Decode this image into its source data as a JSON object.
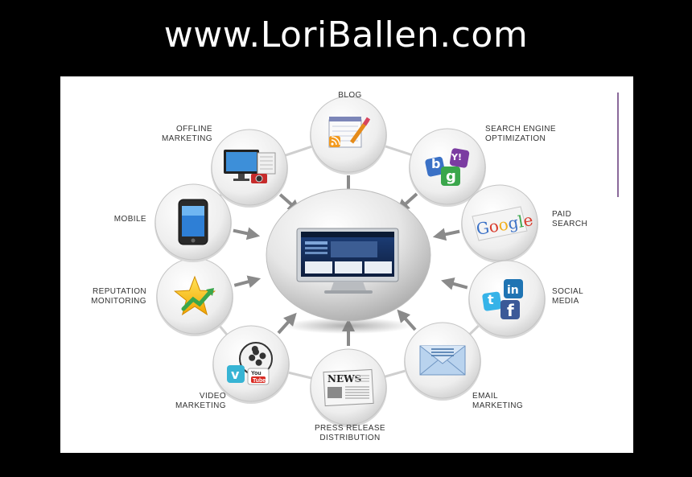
{
  "header": {
    "title": "www.LoriBallen.com"
  },
  "diagram": {
    "hub": {
      "name": "website-monitor",
      "screen_heading": ""
    },
    "nodes": [
      {
        "id": "blog",
        "lines": [
          "BLOG"
        ],
        "icon": "notepad-rss-icon"
      },
      {
        "id": "seo",
        "lines": [
          "SEARCH ENGINE",
          "OPTIMIZATION"
        ],
        "icon": "search-engines-icon"
      },
      {
        "id": "paid-search",
        "lines": [
          "PAID",
          "SEARCH"
        ],
        "icon": "google-logo-icon"
      },
      {
        "id": "social",
        "lines": [
          "SOCIAL",
          "MEDIA"
        ],
        "icon": "social-media-icon"
      },
      {
        "id": "email",
        "lines": [
          "EMAIL",
          "MARKETING"
        ],
        "icon": "envelope-icon"
      },
      {
        "id": "press",
        "lines": [
          "PRESS RELEASE",
          "DISTRIBUTION"
        ],
        "icon": "newspaper-icon"
      },
      {
        "id": "video",
        "lines": [
          "VIDEO",
          "MARKETING"
        ],
        "icon": "film-reel-icon"
      },
      {
        "id": "reputation",
        "lines": [
          "REPUTATION",
          "MONITORING"
        ],
        "icon": "star-icon"
      },
      {
        "id": "mobile",
        "lines": [
          "MOBILE"
        ],
        "icon": "smartphone-icon"
      },
      {
        "id": "offline",
        "lines": [
          "OFFLINE",
          "MARKETING"
        ],
        "icon": "tv-camera-icon"
      }
    ],
    "icon_text": {
      "google": "Google",
      "news": "NEWS",
      "youtube": "You Tube",
      "linkedin": "in",
      "facebook": "f",
      "twitter": "t",
      "yahoo": "Y!"
    }
  },
  "colors": {
    "background": "#000000",
    "panel": "#ffffff",
    "arrow": "#8a8a8a",
    "ring": "#cfcfcf"
  }
}
